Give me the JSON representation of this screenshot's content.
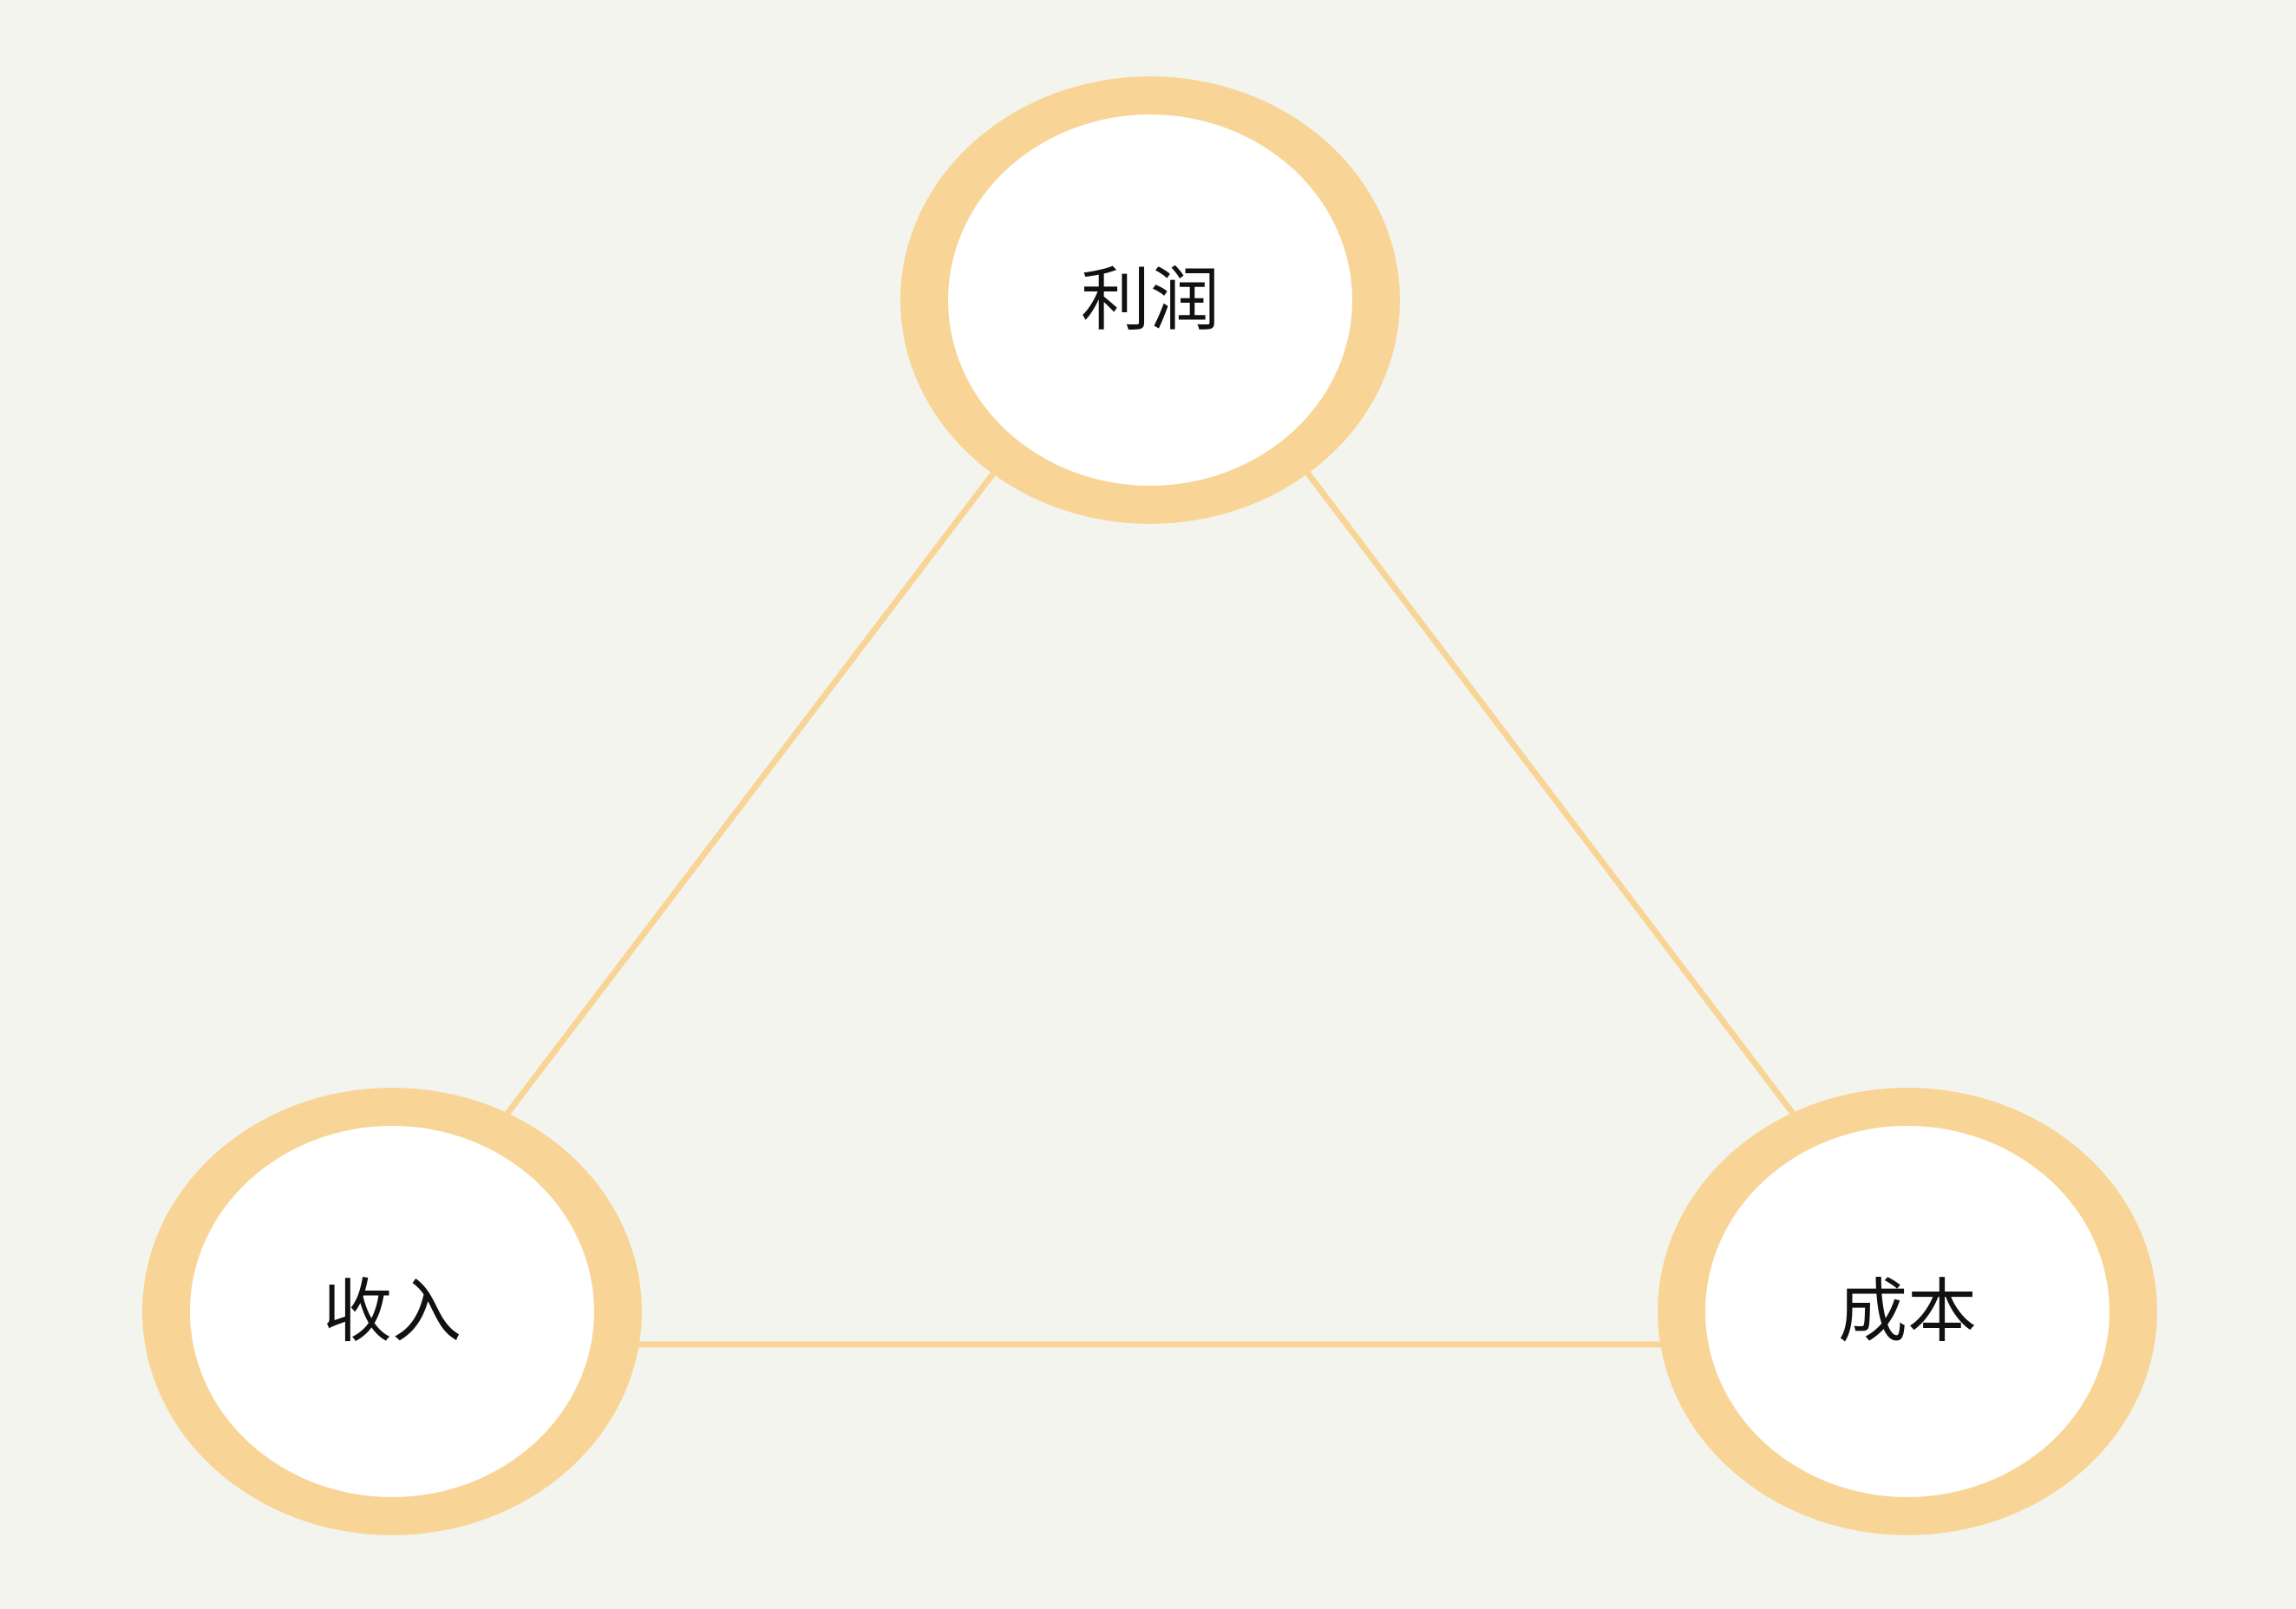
{
  "colors": {
    "background": "#f4f4ef",
    "accent": "#f8d597",
    "node_fill": "#ffffff",
    "text": "#111111"
  },
  "nodes": {
    "profit": {
      "label": "利润"
    },
    "revenue": {
      "label": "收入"
    },
    "cost": {
      "label": "成本"
    }
  },
  "edges": [
    {
      "from": "profit",
      "to": "revenue"
    },
    {
      "from": "profit",
      "to": "cost"
    },
    {
      "from": "revenue",
      "to": "cost"
    }
  ]
}
